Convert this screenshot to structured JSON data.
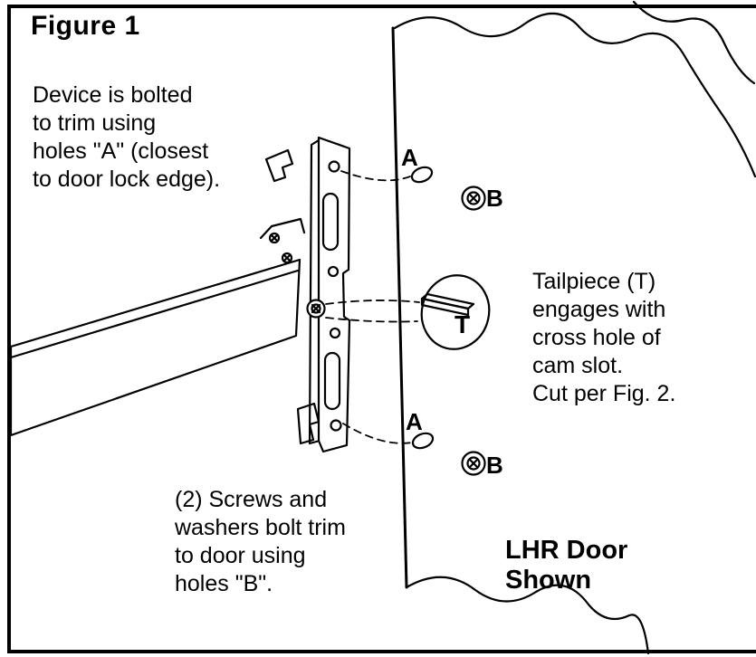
{
  "colors": {
    "ink": "#000000",
    "paper": "#ffffff"
  },
  "figure": {
    "title": "Figure 1",
    "door_note": "LHR Door\nShown"
  },
  "notes": {
    "device_bolted": "Device is bolted\nto trim using\nholes \"A\" (closest\nto door lock edge).",
    "tailpiece": "Tailpiece (T)\nengages with\ncross hole of\ncam slot.\nCut per Fig. 2.",
    "screws_washers": "(2) Screws and\nwashers bolt trim\nto door using\nholes \"B\"."
  },
  "labels": {
    "hole_a": "A",
    "hole_b": "B",
    "tailpiece": "T"
  }
}
